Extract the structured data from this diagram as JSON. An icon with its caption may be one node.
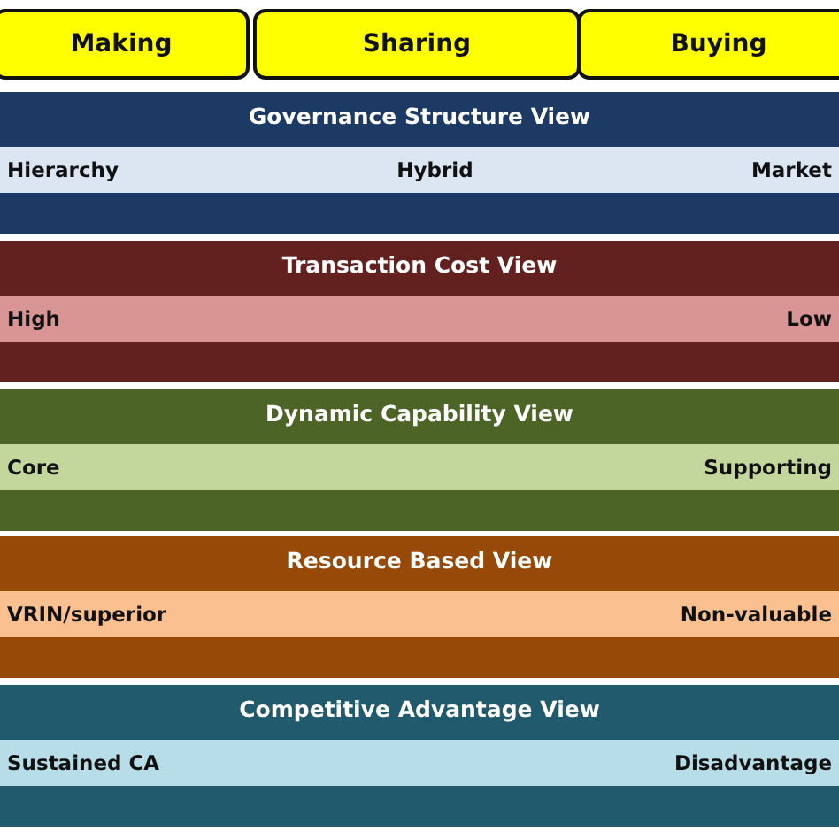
{
  "diagram": {
    "nodes": [
      {
        "text": [
          "Making"
        ]
      },
      {
        "text": [
          "Sharing"
        ]
      },
      {
        "text": [
          "Buying"
        ]
      },
      {
        "text": [
          "Governance Structure View"
        ]
      },
      {
        "text": [
          "Hierarchy",
          "Hybrid",
          "Market"
        ],
        "in": 3
      },
      {
        "text": [
          "Transaction Cost  View"
        ]
      },
      {
        "text": [
          "High",
          "Low"
        ],
        "in": 5
      },
      {
        "text": [
          "Dynamic Capability View"
        ]
      },
      {
        "text": [
          "Core",
          "Supporting"
        ],
        "in": 7
      },
      {
        "text": [
          "Resource Based View"
        ]
      },
      {
        "text": [
          "VRIN/superior",
          "Non-valuable"
        ],
        "in": 9
      },
      {
        "text": [
          "Competitive Advantage View"
        ]
      },
      {
        "text": [
          "Sustained CA",
          "Disadvantage"
        ],
        "in": 11
      }
    ]
  }
}
